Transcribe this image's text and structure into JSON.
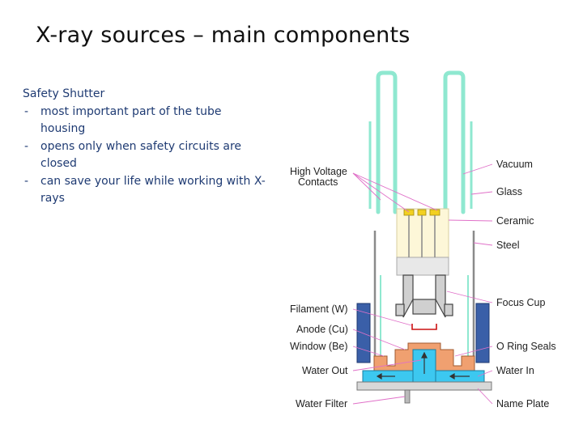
{
  "slide": {
    "title": "X-ray sources – main components"
  },
  "body": {
    "heading": "Safety Shutter",
    "bullet_marker": "-",
    "bullets": [
      "most important part of the tube housing",
      "opens only when safety circuits are closed",
      "can save your life while working with X-rays"
    ]
  },
  "diagram": {
    "labels_left": {
      "hv_line1": "High Voltage",
      "hv_line2": "Contacts",
      "filament": "Filament (W)",
      "anode": "Anode (Cu)",
      "window": "Window (Be)",
      "water_out": "Water Out",
      "water_filter": "Water Filter"
    },
    "labels_right": {
      "vacuum": "Vacuum",
      "glass": "Glass",
      "ceramic": "Ceramic",
      "steel": "Steel",
      "focus_cup": "Focus Cup",
      "o_ring": "O Ring Seals",
      "water_in": "Water In",
      "name_plate": "Name Plate"
    },
    "colors": {
      "glass": "#8fe8d0",
      "ceramic": "#fdf7d8",
      "steel": "#8a8a8a",
      "anode": "#f0a070",
      "water": "#3cc8f0",
      "shield": "#3a5fa8",
      "leader": "#e070c8"
    }
  }
}
